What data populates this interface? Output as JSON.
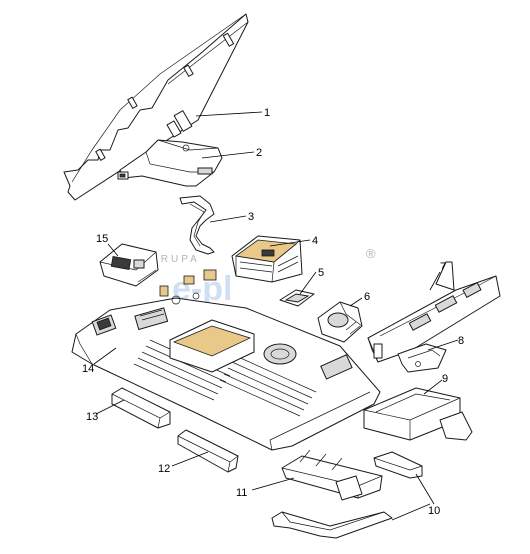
{
  "diagram": {
    "callouts": [
      {
        "id": "1",
        "label": "1"
      },
      {
        "id": "2",
        "label": "2"
      },
      {
        "id": "3",
        "label": "3"
      },
      {
        "id": "4",
        "label": "4"
      },
      {
        "id": "5",
        "label": "5"
      },
      {
        "id": "6",
        "label": "6"
      },
      {
        "id": "7",
        "label": "7"
      },
      {
        "id": "8",
        "label": "8"
      },
      {
        "id": "9",
        "label": "9"
      },
      {
        "id": "10",
        "label": "10"
      },
      {
        "id": "11",
        "label": "11"
      },
      {
        "id": "12",
        "label": "12"
      },
      {
        "id": "13",
        "label": "13"
      },
      {
        "id": "14",
        "label": "14"
      },
      {
        "id": "15",
        "label": "15"
      }
    ],
    "watermark": {
      "text": "GRUPA",
      "logo": "e-pl",
      "registered": "®"
    }
  }
}
